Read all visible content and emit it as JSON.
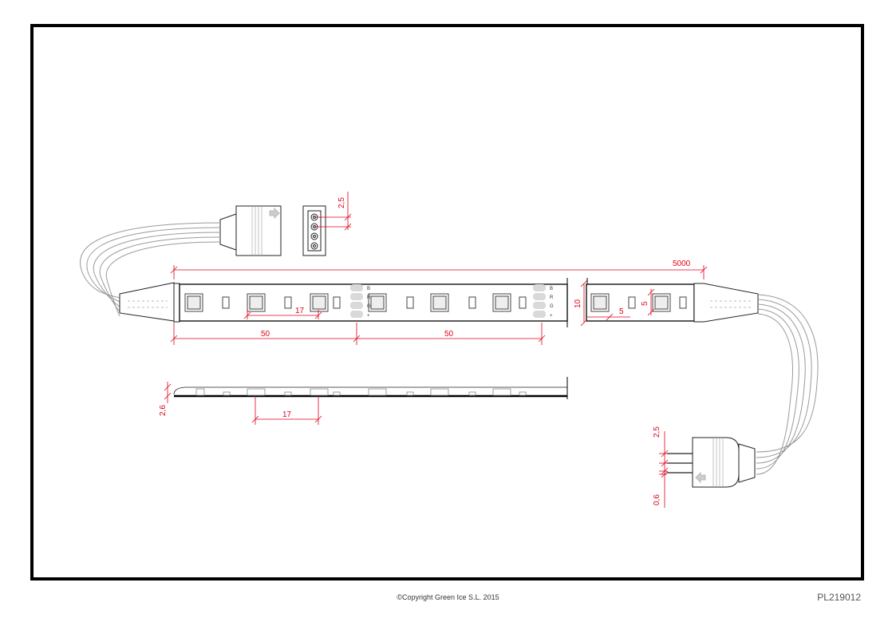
{
  "dimensions": {
    "total_length": "5000",
    "section_left": "50",
    "section_right": "50",
    "led_pitch_top": "17",
    "led_pitch_side": "17",
    "strip_width": "10",
    "led_size_w": "5",
    "led_size_h": "5",
    "thickness": "2,6",
    "connector_pitch_female": "2,5",
    "connector_pitch_male": "2,5",
    "pin_diameter": "0,6"
  },
  "pin_labels": [
    "B",
    "R",
    "G",
    "+"
  ],
  "footer": {
    "copyright": "©Copyright Green Ice S.L. 2015",
    "code": "PL219012"
  },
  "colors": {
    "frame": "#000000",
    "dimension": "#e0001b",
    "outline": "#222222",
    "cable": "#9a9a9a",
    "pad": "#d9d9d9"
  }
}
